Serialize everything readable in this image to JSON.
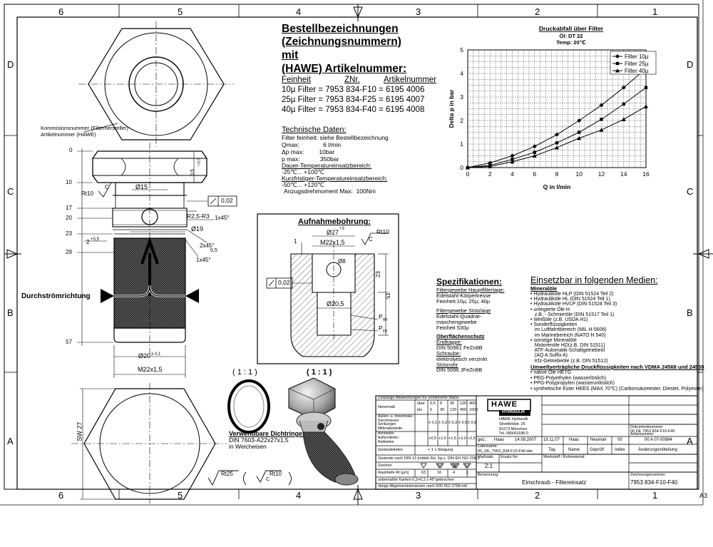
{
  "frame": {
    "cols_top": [
      "6",
      "5",
      "4",
      "3",
      "2",
      "1"
    ],
    "cols_bottom": [
      "6",
      "5",
      "4",
      "3",
      "2",
      "1"
    ],
    "rows": [
      "D",
      "C",
      "B",
      "A"
    ],
    "sheet_size": "A3"
  },
  "order": {
    "title_lines": [
      "Bestellbezeichnungen",
      "(Zeichnungsnummern)",
      "mit",
      "(HAWE) Artikelnummer:"
    ],
    "header": {
      "col1": "Feinheit",
      "col2": "ZNr.",
      "col3": "Artikelnummer"
    },
    "rows": [
      "10µ Filter = 7953 834-F10 = 6195 4006",
      "25µ Filter = 7953 834-F25 = 6195 4007",
      "40µ Filter = 7953 834-F40 = 6195 4008"
    ]
  },
  "tech": {
    "title": "Technische Daten:",
    "lines": [
      "Filter feinheit: siehe Bestellbezeichnung",
      "Qmax:              6 l/min",
      "Δp max:         10bar",
      "p max:            350bar"
    ],
    "dauer_label": "Dauer-Temperatureinsatzbereich:",
    "dauer_value": "-25℃... +100℃",
    "kurz_label": "Kurzfristiger-Temperatureinsatzbereich:",
    "kurz_value": "-50℃... +120℃",
    "torque": "Anzugsdrehmoment Max:  100Nm"
  },
  "chart_data": {
    "type": "line",
    "title": "Druckabfall über Filter",
    "subtitle_1": "Öl: DT 22",
    "subtitle_2": "Temp: 20℃",
    "xlabel": "Q in l/min",
    "ylabel": "Delta p in bar",
    "xlim": [
      0,
      16
    ],
    "ylim": [
      0,
      5
    ],
    "xticks": [
      "0",
      "2",
      "4",
      "6",
      "8",
      "10",
      "12",
      "14",
      "16"
    ],
    "yticks": [
      "0",
      "1",
      "2",
      "3",
      "4",
      "5"
    ],
    "grid": true,
    "legend_position": "top-right",
    "series": [
      {
        "name": "Filter 10µ",
        "marker": "diamond",
        "x": [
          0,
          2,
          4,
          6,
          8,
          10,
          12,
          14,
          16
        ],
        "y": [
          0,
          0.2,
          0.5,
          0.9,
          1.4,
          2.0,
          2.65,
          3.4,
          4.2
        ]
      },
      {
        "name": "Filter 25µ",
        "marker": "square",
        "x": [
          0,
          2,
          4,
          6,
          8,
          10,
          12,
          14,
          16
        ],
        "y": [
          0,
          0.1,
          0.35,
          0.65,
          1.05,
          1.5,
          2.05,
          2.7,
          3.4
        ]
      },
      {
        "name": "Filter 40µ",
        "marker": "triangle",
        "x": [
          0,
          2,
          4,
          6,
          8,
          10,
          12,
          14,
          16
        ],
        "y": [
          0,
          0.05,
          0.25,
          0.5,
          0.85,
          1.25,
          1.6,
          2.05,
          2.6
        ]
      }
    ]
  },
  "drawing": {
    "kom_1": "Kommisionsnummer (Filterhersteller)",
    "kom_2": "Artikelnummer (HAWE)",
    "flow": "Durchströmrichtung",
    "dims_left": [
      "0",
      "10",
      "17",
      "20",
      "23",
      "29",
      "57"
    ],
    "rt10": "Rt10",
    "d15": "Ø15",
    "d19": "Ø19",
    "r": "R2,5-R3",
    "ch1": "1x45°",
    "ch2": "2x45°",
    "ch2_val": "0,5",
    "ch3": "1x45°",
    "two": "2",
    "two_tol": "+0,5",
    "d20": "Ø20",
    "d20_tol": "± 0,1",
    "m22": "M22x1,5",
    "sw27": "SW 27",
    "tol_box": "0,02",
    "dim_05": "0,5",
    "dim_05_tol": "+0,5",
    "scale1": "( 1 : 1 )",
    "scale2": "( 1 : 1 )",
    "seal_title": "Verwendbare Dichtringe:",
    "seal_1": "DIN 7603-A22x27x1,5",
    "seal_2": "in Weicheisen",
    "rt25": "Rt25",
    "rt10b": "Rt10",
    "c": "C"
  },
  "aufnahme": {
    "title": "Aufnahmebohrung:",
    "d27": "Ø27",
    "d27_tol": "+3",
    "rt10": "Rt10",
    "c": "C",
    "m22": "M22x1,5",
    "one": "1",
    "d8": "Ø8",
    "tol": "0,02",
    "d205": "Ø20,5",
    "d23": "23",
    "d51": "51",
    "pab": "P",
    "pab_sub": "ab",
    "pzu": "P",
    "pzu_sub": "zu"
  },
  "spec": {
    "title": "Spezifikationen:",
    "h1": "Filtergewebe Hauptfilterlage:",
    "l1": [
      "Edelstahl-Körpertresse",
      "Feinheit:10µ; 25µ; 40µ"
    ],
    "h2": "Filtergewebe Stützlage",
    "l2": [
      "Edelstahl-Quadrat-",
      "maschengewebe",
      "Feinheit 530µ"
    ],
    "h3": "Oberflächenschutz",
    "h4": "Endkappe:",
    "l4": "DIN 50961 FeZn8B",
    "h5": "Schraube:",
    "l5": [
      "elektrolytisch verzinkt"
    ],
    "h6": "Stützrohr",
    "l6": "DIN 5096 JFeZn8B"
  },
  "media": {
    "title": "Einsetzbar in folgenden Medien:",
    "h1": "Mineralöle",
    "l1": [
      "• Hydrauliköle HLP (DIN 51524 Teil 2)",
      "• Hydrauliköle HL (DIN 51524 Teil 1)",
      "• Hydrauliköle HVLP (DIN 51524 Teil 3)",
      "• unlegierte Öle H",
      "   z.B. - Schmieröle (DIN 51517 Teil 1)",
      "• Weißöle (z.B. USDA H1)",
      "• Sonderflüssigkeiten",
      "   im Luftfahrtbereich (MIL H-5606)",
      "   im Marinebereich (NATO H 540)",
      "• sonstige Mineralöle",
      "   Motorenöle HD(z.B. DIN 51511)",
      "   ATF-Automatik-Schaltgetriebeöl",
      "   (AQ A Suffix A)",
      "   Kfz-Getriebeöle (z.B. DIN 51512)"
    ],
    "h2": "Umweltverträgliche Druckflüssigkeiten nach VDMA 24568 und 24569",
    "l2": [
      "• native Öle HETG",
      "• PEG-Polyethylen (wasserlöslich)",
      "• PPG-Polypropylen (wasserunlöslich)",
      "• synthetische Ester HEES (MAX 70℃) (Carbonsäureester, Diester, Polyester)"
    ]
  },
  "tb": {
    "tol_title": "Zulässige Abweichungen für untolerierte Maße:",
    "nennmass": "Nennmaß",
    "ueber": "über",
    "bis": "bis",
    "cols_top": [
      "0,5",
      "6",
      "30",
      "120",
      "400"
    ],
    "cols_bot": [
      "6",
      "30",
      "120",
      "400",
      "1000"
    ],
    "r1_label": [
      "Außen- u. Innenmaße",
      "Durchmesser",
      "Senkungen",
      "Mittenabstände"
    ],
    "r1_vals": [
      "± 0,1",
      "± 0,2",
      "± 0,3",
      "± 0,5",
      "± 0,8"
    ],
    "r2_label": [
      "Bohrtiefen",
      "Auflochtiefen",
      "Reibtiefen"
    ],
    "r2_vals": [
      "+0,5",
      "+1,0",
      "+1,5",
      "+2,0",
      "+2,5"
    ],
    "gew_label": "Gewindetiefen",
    "gew_val": "+ 1 x Steigung",
    "gew2": "Gewinde nach DIN 13 (mittel) 6H, 6g u. DIN EN ISO 228-1",
    "zeichen": "Zeichen",
    "rauh": "Rauhtiefe Rt (µm)",
    "rauh_vals": [
      "63",
      "16",
      "4",
      "1"
    ],
    "kanten": "unbemaßte Kanten 0,2+0,2 x 45°gebrochen",
    "allg": "übrige Allgemeintoleranzen nach DIN ISO 2768-mK",
    "logo": "HAWE",
    "logo_sub": "HYDRAULIK",
    "company": [
      "HAWE Hydraulik",
      "Streitfeldstr. 25",
      "81673 München",
      "Tel. 089/43188-0"
    ],
    "gez": "gez.:",
    "gez_name": "Haas",
    "gez_date": "14.09.2007",
    "rev_date": "19.11.07",
    "rev_name": "Haas",
    "rev_name2": "Neumair",
    "rev_idx": "00",
    "rev_no": "00 A 07-00894",
    "datei_label": "Dateiname:",
    "datei": "00_DE_7953_834-F10-F40.idw",
    "tag": "Tag",
    "name": "Name",
    "geprueft": "Geprüft",
    "index": "Index",
    "aend": "Änderungsmitteilung",
    "dok_label": "Dokumentnummer:",
    "dok": "00 DE 7953 834-F10-F40",
    "art_label": "Artikelnummer:",
    "massstab_label": "Maßstab:",
    "massstab": "2:1",
    "ersatz_label": "Ersatz für:",
    "werkstoff_label": "Werkstoff / Rohmaterial:",
    "benennung_label": "Benennung:",
    "benennung": "Einschraub - Filtereinsatz",
    "zeich_label": "Zeichnungsnummer:",
    "zeich": "7953 834-F10-F40"
  }
}
